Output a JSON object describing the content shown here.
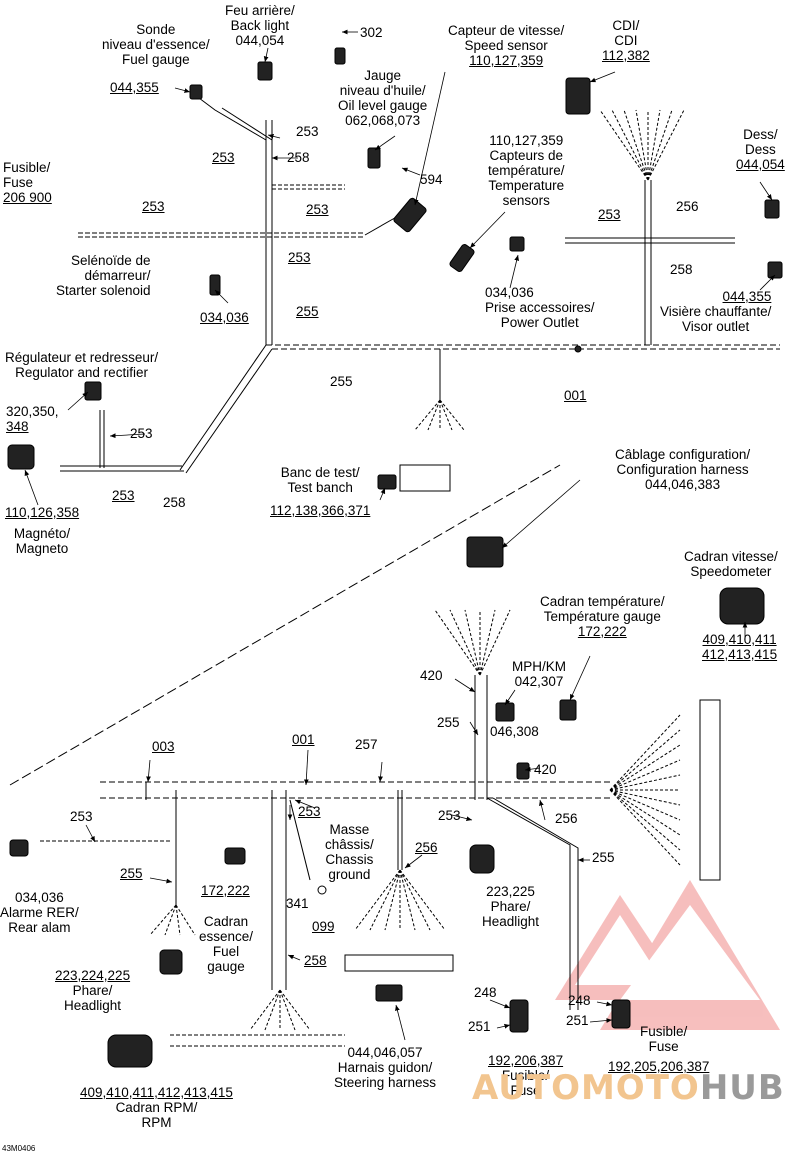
{
  "labels": {
    "sonde": {
      "line1": "Sonde",
      "line2": "niveau d'essence/",
      "line3": "Fuel gauge",
      "num": "044,355"
    },
    "feu": {
      "line1": "Feu arrière/",
      "line2": "Back light",
      "num": "044,054"
    },
    "n302": "302",
    "jauge": {
      "line1": "Jauge",
      "line2": "niveau d'huile/",
      "line3": "Oil level gauge",
      "num": "062,068,073"
    },
    "capteur_vitesse": {
      "line1": "Capteur de vitesse/",
      "line2": "Speed sensor",
      "num": "110,127,359"
    },
    "cdi": {
      "line1": "CDI/",
      "line2": "CDI",
      "num": "112,382"
    },
    "fusible_top": {
      "line1": "Fusible/",
      "line2": "Fuse",
      "num": "206 900"
    },
    "temp_sensors": {
      "num": "110,127,359",
      "line1": "Capteurs de",
      "line2": "température/",
      "line3": "Temperature",
      "line4": "sensors"
    },
    "dess": {
      "line1": "Dess/",
      "line2": "Dess",
      "num": "044,054"
    },
    "n253a": "253",
    "n258a": "258",
    "n594": "594",
    "n253b": "253",
    "n253c": "253",
    "n253d": "253",
    "n256a": "256",
    "n258b": "258",
    "n253e": "253",
    "solenoid": {
      "line1": "Selénoïde de",
      "line2": "démarreur/",
      "line3": "Starter solenoid",
      "num": "034,036"
    },
    "n255a": "255",
    "prise": {
      "num": "034,036",
      "line1": "Prise accessoires/",
      "line2": "Power Outlet"
    },
    "visiere": {
      "num": "044,355",
      "line1": "Visière chauffante/",
      "line2": "Visor outlet"
    },
    "regulateur": {
      "line1": "Régulateur et redresseur/",
      "line2": "Regulator and rectifier",
      "num1": "320,350,",
      "num2": "348"
    },
    "n255b": "255",
    "n001a": "001",
    "n253f": "253",
    "n253g": "253",
    "n258c": "258",
    "magneto": {
      "num": "110,126,358",
      "line1": "Magnéto/",
      "line2": "Magneto"
    },
    "banc": {
      "line1": "Banc de test/",
      "line2": "Test banch",
      "num": "112,138,366,371"
    },
    "config": {
      "line1": "Câblage configuration/",
      "line2": "Configuration harness",
      "num": "044,046,383"
    },
    "speedo": {
      "line1": "Cadran vitesse/",
      "line2": "Speedometer",
      "num1": "409,410,411",
      "num2": "412,413,415"
    },
    "temp_gauge": {
      "line1": "Cadran température/",
      "line2": "Température gauge",
      "num": "172,222"
    },
    "mph": {
      "line1": "MPH/KM",
      "num": "042,307"
    },
    "n420a": "420",
    "n255c": "255",
    "n046": "046,308",
    "n420b": "420",
    "n003": "003",
    "n001b": "001",
    "n257": "257",
    "n253h": "253",
    "n253i": "253",
    "n256b": "256",
    "n253j": "253",
    "n256c": "256",
    "n255d": "255",
    "n255e": "255",
    "masse": {
      "line1": "Masse",
      "line2": "châssis/",
      "line3": "Chassis",
      "line4": "ground"
    },
    "n172": "172,222",
    "n341": "341",
    "n099": "099",
    "alarme": {
      "num": "034,036",
      "line1": "Alarme RER/",
      "line2": "Rear alam"
    },
    "headlight_r": {
      "num": "223,225",
      "line1": "Phare/",
      "line2": "Headlight"
    },
    "cadran_ess": {
      "line1": "Cadran",
      "line2": "essence/",
      "line3": "Fuel",
      "line4": "gauge"
    },
    "n258d": "258",
    "headlight_l": {
      "num": "223,224,225",
      "line1": "Phare/",
      "line2": "Headlight"
    },
    "n248a": "248",
    "n248b": "248",
    "n251a": "251",
    "n251b": "251",
    "fuse_r": {
      "line1": "Fusible/",
      "line2": "Fuse",
      "num": "192,205,206,387"
    },
    "fuse_b": {
      "num": "192,206,387",
      "line1": "Fusible/",
      "line2": "Fuse"
    },
    "harnais": {
      "num": "044,046,057",
      "line1": "Harnais guidon/",
      "line2": "Steering harness"
    },
    "rpm": {
      "num": "409,410,411,412,413,415",
      "line1": "Cadran RPM/",
      "line2": "RPM"
    },
    "code": "43M0406",
    "logo_a": "AUTOMOTO",
    "logo_b": "HUB"
  }
}
